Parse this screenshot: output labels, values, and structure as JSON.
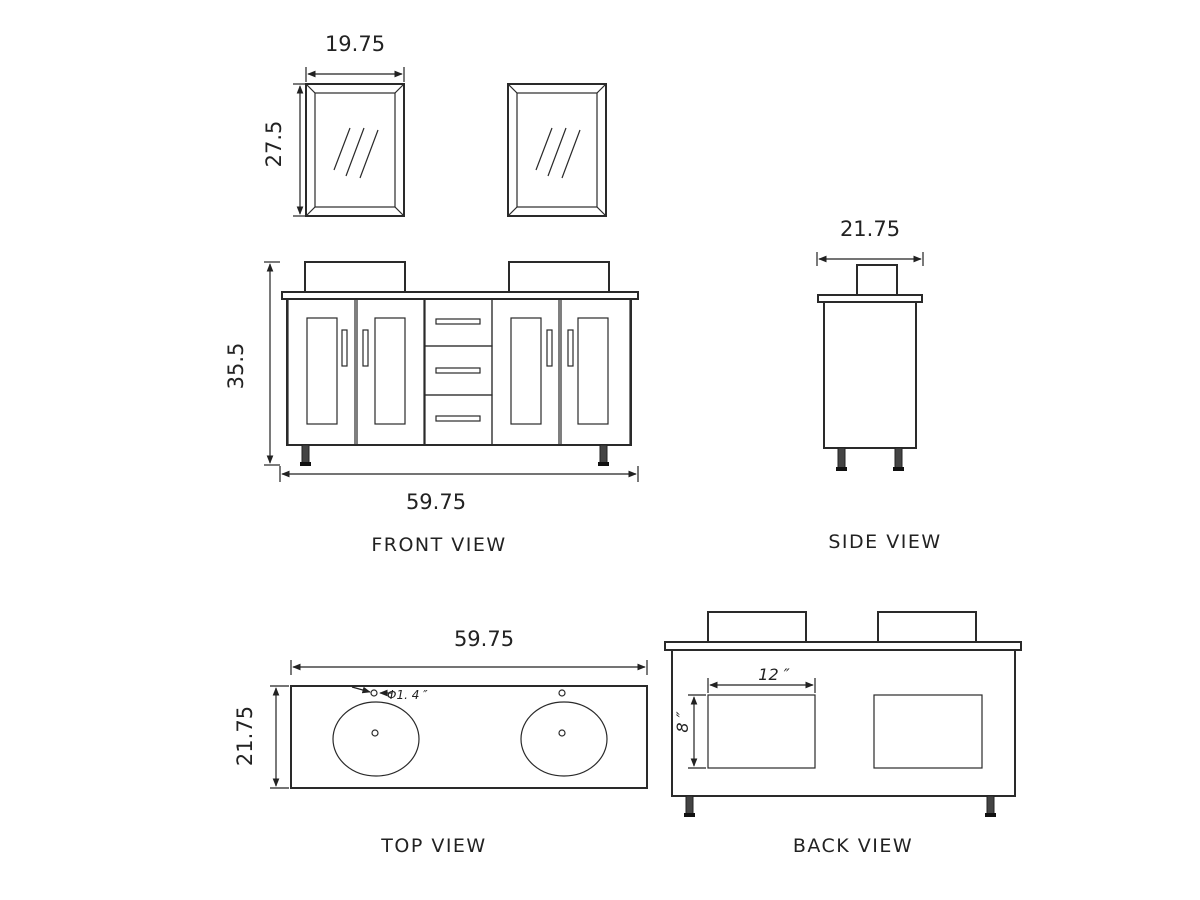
{
  "mirror": {
    "width_label": "19.75",
    "height_label": "27.5"
  },
  "front_view": {
    "title": "FRONT VIEW",
    "height_label": "35.5",
    "width_label": "59.75"
  },
  "side_view": {
    "title": "SIDE VIEW",
    "depth_label": "21.75"
  },
  "top_view": {
    "title": "TOP VIEW",
    "width_label": "59.75",
    "depth_label": "21.75",
    "faucet_hole_label": "Φ1. 4 ″"
  },
  "back_view": {
    "title": "BACK VIEW",
    "opening_width_label": "12 ″",
    "opening_height_label": "8 ″"
  },
  "colors": {
    "line": "#2a2a2a",
    "background": "#ffffff"
  }
}
